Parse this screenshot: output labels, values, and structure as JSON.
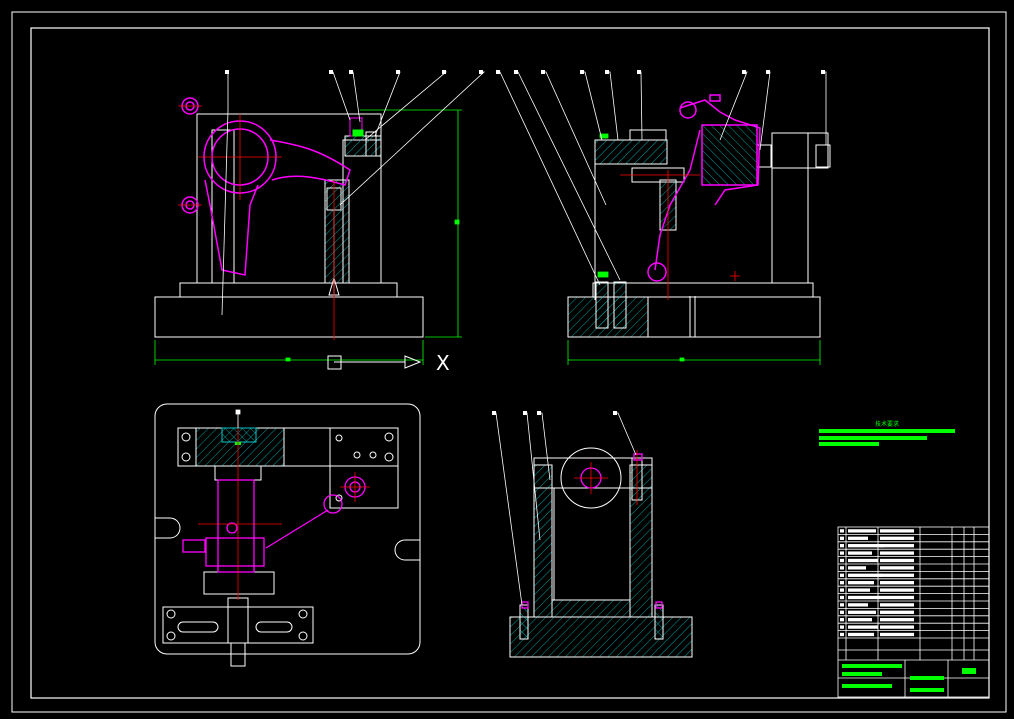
{
  "drawing": {
    "axis_letter": "X",
    "notes_title": "技术要求",
    "colors": {
      "background": "#000000",
      "outline": "#ffffff",
      "part": "#ff00ff",
      "centerline": "#ff0000",
      "dimension": "#00ff00",
      "hatch": "#00c8c8"
    }
  },
  "title_block": {
    "row_count": 15,
    "col_headers": [
      "",
      "",
      ""
    ]
  }
}
